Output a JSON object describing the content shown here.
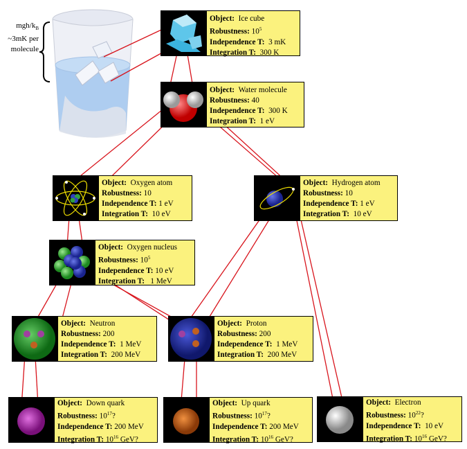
{
  "labels": {
    "object": "Object:",
    "robustness": "Robustness:",
    "independence": "Independence T:",
    "integration": "Integration T:"
  },
  "note": {
    "line1_main": "mgh/k",
    "line1_sub": "B",
    "line2": "~3mK per",
    "line3": "molecule"
  },
  "objects": [
    {
      "key": "ice",
      "name": "Ice cube",
      "robustness_base": "10",
      "robustness_exp": "5",
      "robustness_tail": "",
      "independence": "3 mK",
      "integration_pre": "300 K",
      "integration_exp": "",
      "integration_post": ""
    },
    {
      "key": "water",
      "name": "Water molecule",
      "robustness_base": "40",
      "robustness_exp": "",
      "robustness_tail": "",
      "independence": "300 K",
      "integration_pre": "1 eV",
      "integration_exp": "",
      "integration_post": ""
    },
    {
      "key": "oxygen",
      "name": "Oxygen atom",
      "robustness_base": "10",
      "robustness_exp": "",
      "robustness_tail": "",
      "independence": "1 eV",
      "integration_pre": "10 eV",
      "integration_exp": "",
      "integration_post": ""
    },
    {
      "key": "hydrogen",
      "name": "Hydrogen atom",
      "robustness_base": "10",
      "robustness_exp": "",
      "robustness_tail": "",
      "independence": "1 eV",
      "integration_pre": "10 eV",
      "integration_exp": "",
      "integration_post": ""
    },
    {
      "key": "onucleus",
      "name": "Oxygen nucleus",
      "robustness_base": "10",
      "robustness_exp": "5",
      "robustness_tail": "",
      "independence": "10 eV",
      "integration_pre": "1 MeV",
      "integration_exp": "",
      "integration_post": ""
    },
    {
      "key": "neutron",
      "name": "Neutron",
      "robustness_base": "200",
      "robustness_exp": "",
      "robustness_tail": "",
      "independence": "1 MeV",
      "integration_pre": "200 MeV",
      "integration_exp": "",
      "integration_post": ""
    },
    {
      "key": "proton",
      "name": "Proton",
      "robustness_base": "200",
      "robustness_exp": "",
      "robustness_tail": "",
      "independence": "1 MeV",
      "integration_pre": "200 MeV",
      "integration_exp": "",
      "integration_post": ""
    },
    {
      "key": "down",
      "name": "Down quark",
      "robustness_base": "10",
      "robustness_exp": "17",
      "robustness_tail": "?",
      "independence": "200 MeV",
      "integration_pre": "10",
      "integration_exp": "16",
      "integration_post": " GeV?"
    },
    {
      "key": "up",
      "name": "Up quark",
      "robustness_base": "10",
      "robustness_exp": "17",
      "robustness_tail": "?",
      "independence": "200 MeV",
      "integration_pre": "10",
      "integration_exp": "16",
      "integration_post": " GeV?"
    },
    {
      "key": "electron",
      "name": "Electron",
      "robustness_base": "10",
      "robustness_exp": "22",
      "robustness_tail": "?",
      "independence": "10 eV",
      "integration_pre": "10",
      "integration_exp": "16",
      "integration_post": " GeV?"
    }
  ],
  "colors": {
    "card_fill": "#fbf27e",
    "link_line": "#d8141c",
    "thumb_bg": "#000000"
  }
}
